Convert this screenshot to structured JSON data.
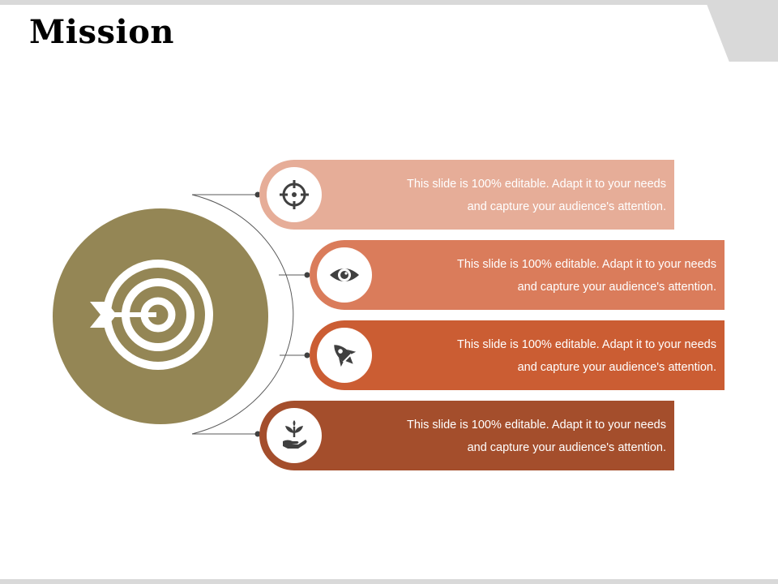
{
  "slide": {
    "title": "Mission"
  },
  "center": {
    "icon": "target-arrow-icon",
    "color": "#948655"
  },
  "items": [
    {
      "icon": "crosshair-icon",
      "color": "#e6ad98",
      "line1": "This slide is 100% editable. Adapt it to your needs",
      "line2": "and capture your audience's attention."
    },
    {
      "icon": "eye-icon",
      "color": "#da7c5b",
      "line1": "This slide is 100% editable. Adapt it to your needs",
      "line2": "and capture your audience's attention."
    },
    {
      "icon": "rocket-icon",
      "color": "#cb5d33",
      "line1": "This slide is 100% editable. Adapt it to your needs",
      "line2": "and capture your audience's attention."
    },
    {
      "icon": "plant-in-hand-icon",
      "color": "#a44e2c",
      "line1": "This slide is 100% editable. Adapt it to your needs",
      "line2": "and capture your audience's attention."
    }
  ]
}
